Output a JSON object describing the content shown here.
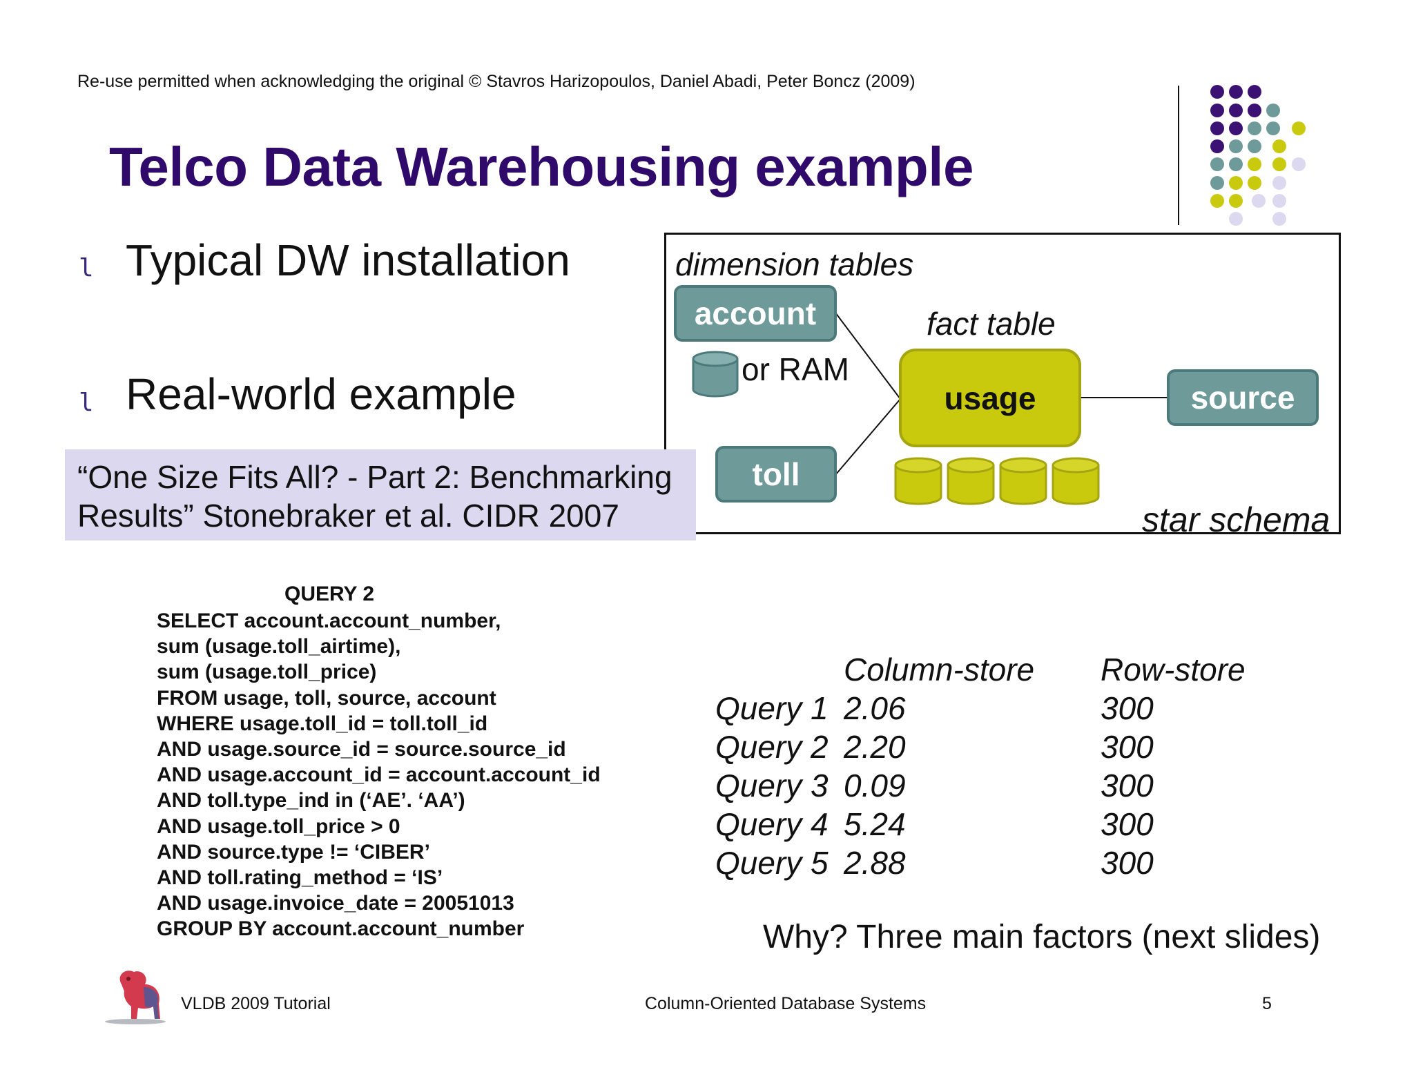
{
  "copyright": "Re-use permitted when acknowledging the original © Stavros Harizopoulos, Daniel Abadi, Peter Boncz (2009)",
  "title": "Telco Data Warehousing example",
  "bullets": [
    {
      "marker": "l",
      "text": "Typical DW installation"
    },
    {
      "marker": "l",
      "text": "Real-world example"
    }
  ],
  "reference": {
    "line1": "“One Size Fits All? - Part 2: Benchmarking",
    "line2": "Results” Stonebraker et al. CIDR 2007"
  },
  "schema": {
    "dimension_label": "dimension tables",
    "fact_label": "fact table",
    "account": "account",
    "or_ram": "or RAM",
    "usage": "usage",
    "source": "source",
    "toll": "toll",
    "caption": "star schema"
  },
  "query": {
    "title": "QUERY 2",
    "lines": [
      "SELECT account.account_number,",
      "sum (usage.toll_airtime),",
      "sum (usage.toll_price)",
      "FROM usage, toll, source, account",
      "WHERE usage.toll_id = toll.toll_id",
      "AND usage.source_id = source.source_id",
      "AND usage.account_id = account.account_id",
      "AND toll.type_ind in (‘AE’. ‘AA’)",
      "AND usage.toll_price > 0",
      "AND source.type != ‘CIBER’",
      "AND toll.rating_method = ‘IS’",
      "AND usage.invoice_date = 20051013",
      "GROUP BY account.account_number"
    ]
  },
  "results": {
    "col_header": "Column-store",
    "row_header": "Row-store",
    "rows": [
      {
        "name": "Query 1",
        "column": "2.06",
        "row": "300"
      },
      {
        "name": "Query 2",
        "column": "2.20",
        "row": "300"
      },
      {
        "name": "Query 3",
        "column": "0.09",
        "row": "300"
      },
      {
        "name": "Query 4",
        "column": "5.24",
        "row": "300"
      },
      {
        "name": "Query 5",
        "column": "2.88",
        "row": "300"
      }
    ]
  },
  "why": "Why? Three main factors (next slides)",
  "footer": {
    "left": "VLDB 2009 Tutorial",
    "center": "Column-Oriented Database Systems",
    "page": "5"
  },
  "colors": {
    "title": "#2f0a6b",
    "dimension_table": "#6e9a9a",
    "fact_table": "#c9c90e",
    "reference_bg": "#dcd8ef"
  },
  "icons": [
    "lion-logo",
    "database-cylinder-icon",
    "decorative-dot-grid"
  ]
}
